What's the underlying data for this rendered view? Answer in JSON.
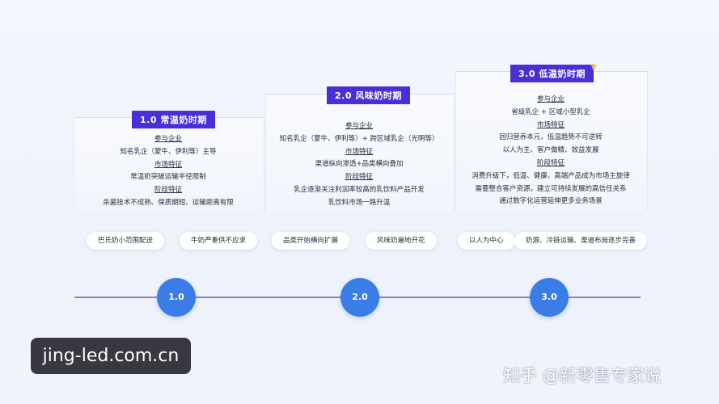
{
  "stages": [
    {
      "badge": "1.0 常温奶时期",
      "lines": [
        "参与企业",
        "知名乳企（蒙牛、伊利等）主导",
        "市场特征",
        "常温奶突破运输半径限制",
        "阶段特征",
        "杀菌技术不成熟、保质期短、运输距离有限"
      ],
      "headings": [
        0,
        2,
        4
      ]
    },
    {
      "badge": "2.0 风味奶时期",
      "lines": [
        "参与企业",
        "知名乳企（蒙牛、伊利等）+ 跨区域乳企（光明等）",
        "市场特征",
        "渠道纵向渗透+品类横向叠加",
        "阶段特征",
        "乳企逐渐关注利润率较高的乳饮料产品开发",
        "乳饮料市场一路升温"
      ],
      "headings": [
        0,
        2,
        4
      ]
    },
    {
      "badge": "3.0 低温奶时期",
      "lines": [
        "参与企业",
        "省级乳企 + 区域小型乳企",
        "市场特征",
        "回归营养本元，低温趋势不可逆转",
        "以人为主、客户做精、效益发展",
        "阶段特征",
        "消费升级下，低温、健康、高端产品成为市场主旋律",
        "需要整合客户资源，建立可持续发展的高信任关系",
        "通过数字化运营延伸更多业务场景"
      ],
      "headings": [
        0,
        2,
        5
      ]
    }
  ],
  "pills": [
    "巴氏奶小范围配送",
    "牛奶严重供不应求",
    "品类开始横向扩展",
    "风味奶遍地开花",
    "以人为中心",
    "奶源、冷链运输、渠道布局逐步完善"
  ],
  "nodes": [
    "1.0",
    "2.0",
    "3.0"
  ],
  "watermark_left": "jing-led.com.cn",
  "watermark_right": "知乎 @新零售专家说",
  "colors": {
    "badge": "#4a2fd8",
    "node": "#3b7de6",
    "axis": "#7f8cb2"
  },
  "icons": {
    "badge_star": "star-icon"
  }
}
